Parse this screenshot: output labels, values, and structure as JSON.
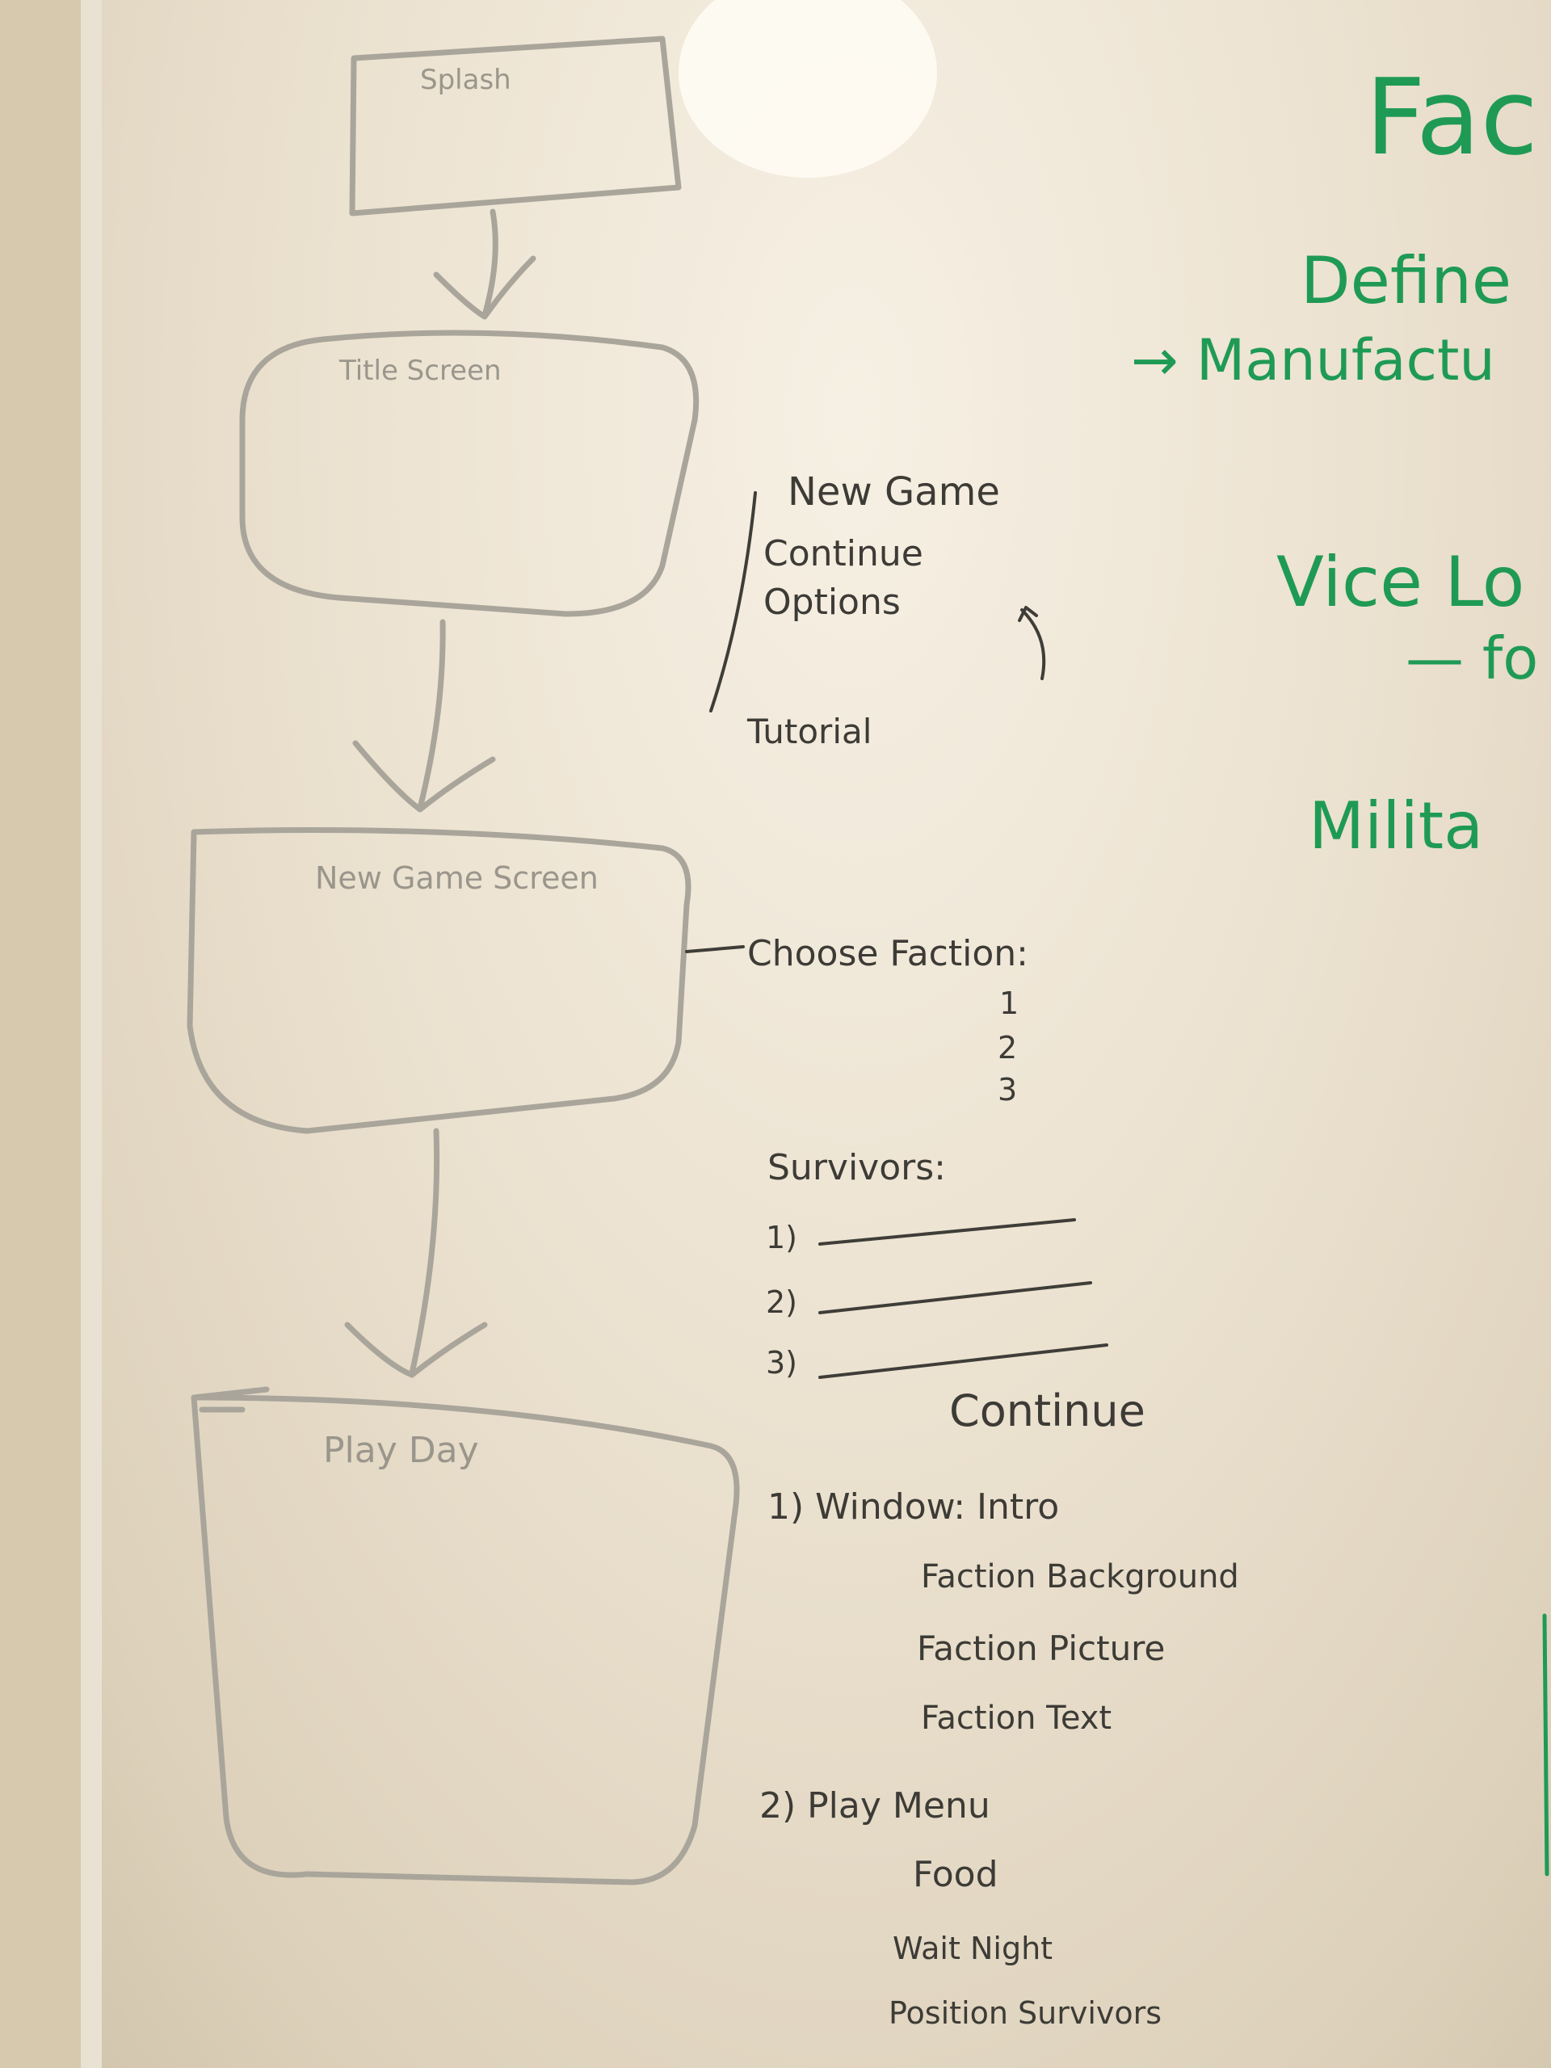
{
  "flow_boxes": [
    {
      "label": "Splash"
    },
    {
      "label": "Title Screen"
    },
    {
      "label": "New Game Screen"
    },
    {
      "label": "Play Day"
    }
  ],
  "title_menu": {
    "items": [
      "New Game",
      "Continue",
      "Options",
      "Tutorial"
    ]
  },
  "new_game": {
    "choose_faction_label": "Choose Faction:",
    "faction_numbers": [
      "1",
      "2",
      "3"
    ],
    "survivors_label": "Survivors:",
    "survivor_slots": [
      "1)",
      "2)",
      "3)"
    ],
    "continue_label": "Continue"
  },
  "play_day": {
    "window_intro": "1) Window: Intro",
    "window_intro_items": [
      "Faction Background",
      "Faction Picture",
      "Faction Text"
    ],
    "play_menu": "2) Play Menu",
    "play_menu_items": [
      "Food",
      "Wait Night",
      "Position Survivors"
    ]
  },
  "right_notes": {
    "heading": "Fac",
    "lines": [
      "Define",
      "→ Manufactu",
      "Vice Lo",
      "— fo",
      "Milita"
    ]
  }
}
